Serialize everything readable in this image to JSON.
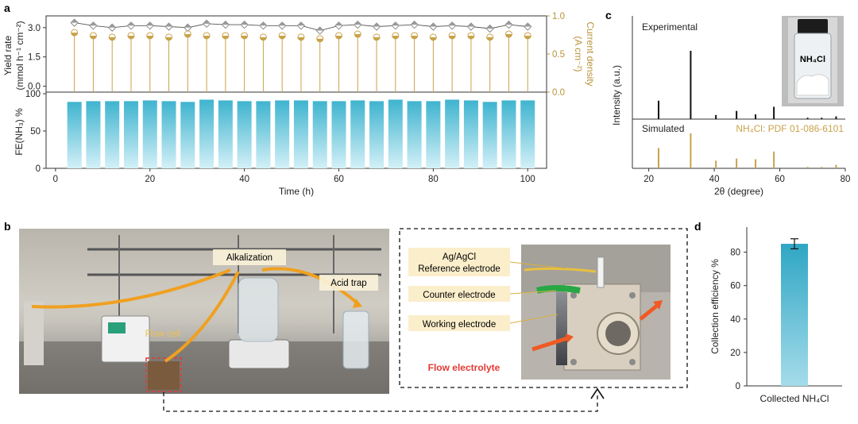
{
  "colors": {
    "bar_top": "#3fb4cf",
    "bar_bottom": "#cfeef6",
    "current_gold": "#c9a24a",
    "diamond_gray": "#8a8a8a",
    "simulated_gold": "#c9a24a",
    "flow_red": "#e53935",
    "arrow_orange": "#f0a020",
    "label_bg": "#fbeecb"
  },
  "panels": {
    "a": {
      "letter": "a"
    },
    "b": {
      "letter": "b"
    },
    "c": {
      "letter": "c"
    },
    "d": {
      "letter": "d"
    }
  },
  "chart_data": [
    {
      "id": "a-top",
      "type": "line",
      "title": "",
      "xlabel": "Time (h)",
      "ylabel_left": "Yield rate (mmol h⁻¹ cm⁻²)",
      "ylabel_left_line1": "Yield rate",
      "ylabel_left_line2": "(mmol h⁻¹ cm⁻²)",
      "ylabel_right_line1": "Current density",
      "ylabel_right_line2": "(A cm⁻²)",
      "ylim_left": [
        -0.3,
        3.6
      ],
      "yticks_left": [
        "0.0",
        "1.5",
        "3.0"
      ],
      "ylim_right": [
        0.0,
        1.0
      ],
      "yticks_right": [
        "0.0",
        "0.5",
        "1.0"
      ],
      "xlim": [
        -2,
        104
      ],
      "x": [
        4,
        8,
        12,
        16,
        20,
        24,
        28,
        32,
        36,
        40,
        44,
        48,
        52,
        56,
        60,
        64,
        68,
        72,
        76,
        80,
        84,
        88,
        92,
        96,
        100
      ],
      "series": [
        {
          "marker": "diamond",
          "axis": "left",
          "values": [
            3.25,
            3.1,
            3.0,
            3.1,
            3.1,
            3.05,
            3.0,
            3.2,
            3.15,
            3.15,
            3.1,
            3.1,
            3.1,
            2.85,
            3.1,
            3.15,
            3.05,
            3.1,
            3.15,
            3.05,
            3.1,
            3.05,
            2.95,
            3.15,
            3.05
          ]
        },
        {
          "marker": "half-circle-stem",
          "axis": "right",
          "values": [
            0.78,
            0.74,
            0.72,
            0.74,
            0.74,
            0.72,
            0.76,
            0.74,
            0.74,
            0.74,
            0.72,
            0.74,
            0.72,
            0.7,
            0.74,
            0.76,
            0.72,
            0.74,
            0.74,
            0.72,
            0.74,
            0.74,
            0.72,
            0.76,
            0.74
          ]
        }
      ]
    },
    {
      "id": "a-bottom",
      "type": "bar",
      "xlabel": "Time (h)",
      "ylabel": "FE(NH₃) %",
      "ylim": [
        0,
        100
      ],
      "yticks": [
        "0",
        "50",
        "100"
      ],
      "xlim": [
        -2,
        104
      ],
      "xticks": [
        "0",
        "20",
        "40",
        "60",
        "80",
        "100"
      ],
      "x": [
        4,
        8,
        12,
        16,
        20,
        24,
        28,
        32,
        36,
        40,
        44,
        48,
        52,
        56,
        60,
        64,
        68,
        72,
        76,
        80,
        84,
        88,
        92,
        96,
        100
      ],
      "values": [
        89,
        90,
        90,
        90,
        91,
        90,
        89,
        92,
        91,
        90,
        90,
        91,
        91,
        90,
        90,
        91,
        90,
        92,
        90,
        90,
        92,
        91,
        89,
        91,
        91
      ]
    },
    {
      "id": "c",
      "type": "bar",
      "xlabel": "2θ (degree)",
      "ylabel": "Intensity (a.u.)",
      "xlim": [
        15,
        80
      ],
      "xticks": [
        "20",
        "40",
        "60",
        "80"
      ],
      "label_experimental": "Experimental",
      "label_simulated": "Simulated",
      "label_pdf": "NH₄Cl:  PDF 01-086-6101",
      "photo_label": "NH₄Cl",
      "experimental_peaks": [
        {
          "x": 23.0,
          "h": 0.27
        },
        {
          "x": 32.8,
          "h": 1.0
        },
        {
          "x": 40.5,
          "h": 0.06
        },
        {
          "x": 46.8,
          "h": 0.12
        },
        {
          "x": 52.6,
          "h": 0.07
        },
        {
          "x": 58.2,
          "h": 0.18
        },
        {
          "x": 68.5,
          "h": 0.02
        },
        {
          "x": 72.8,
          "h": 0.02
        },
        {
          "x": 77.2,
          "h": 0.04
        }
      ],
      "simulated_peaks": [
        {
          "x": 23.0,
          "h": 0.58
        },
        {
          "x": 32.8,
          "h": 1.0
        },
        {
          "x": 40.5,
          "h": 0.22
        },
        {
          "x": 46.8,
          "h": 0.28
        },
        {
          "x": 52.6,
          "h": 0.26
        },
        {
          "x": 58.2,
          "h": 0.48
        },
        {
          "x": 68.5,
          "h": 0.04
        },
        {
          "x": 72.8,
          "h": 0.04
        },
        {
          "x": 77.2,
          "h": 0.1
        }
      ]
    },
    {
      "id": "d",
      "type": "bar",
      "ylabel": "Collection efficiency %",
      "ylim": [
        0,
        95
      ],
      "yticks": [
        "0",
        "20",
        "40",
        "60",
        "80"
      ],
      "categories": [
        "Collected NH₄Cl"
      ],
      "values": [
        85
      ],
      "error": [
        3
      ]
    }
  ],
  "photo_b": {
    "labels": {
      "alkalization": "Alkalization",
      "acid_trap": "Acid trap",
      "flow_cell": "Flow cell",
      "ref_line1": "Ag/AgCl",
      "ref_line2": "Reference electrode",
      "counter": "Counter electrode",
      "working": "Working electrode",
      "flow_electrolyte": "Flow electrolyte"
    }
  }
}
